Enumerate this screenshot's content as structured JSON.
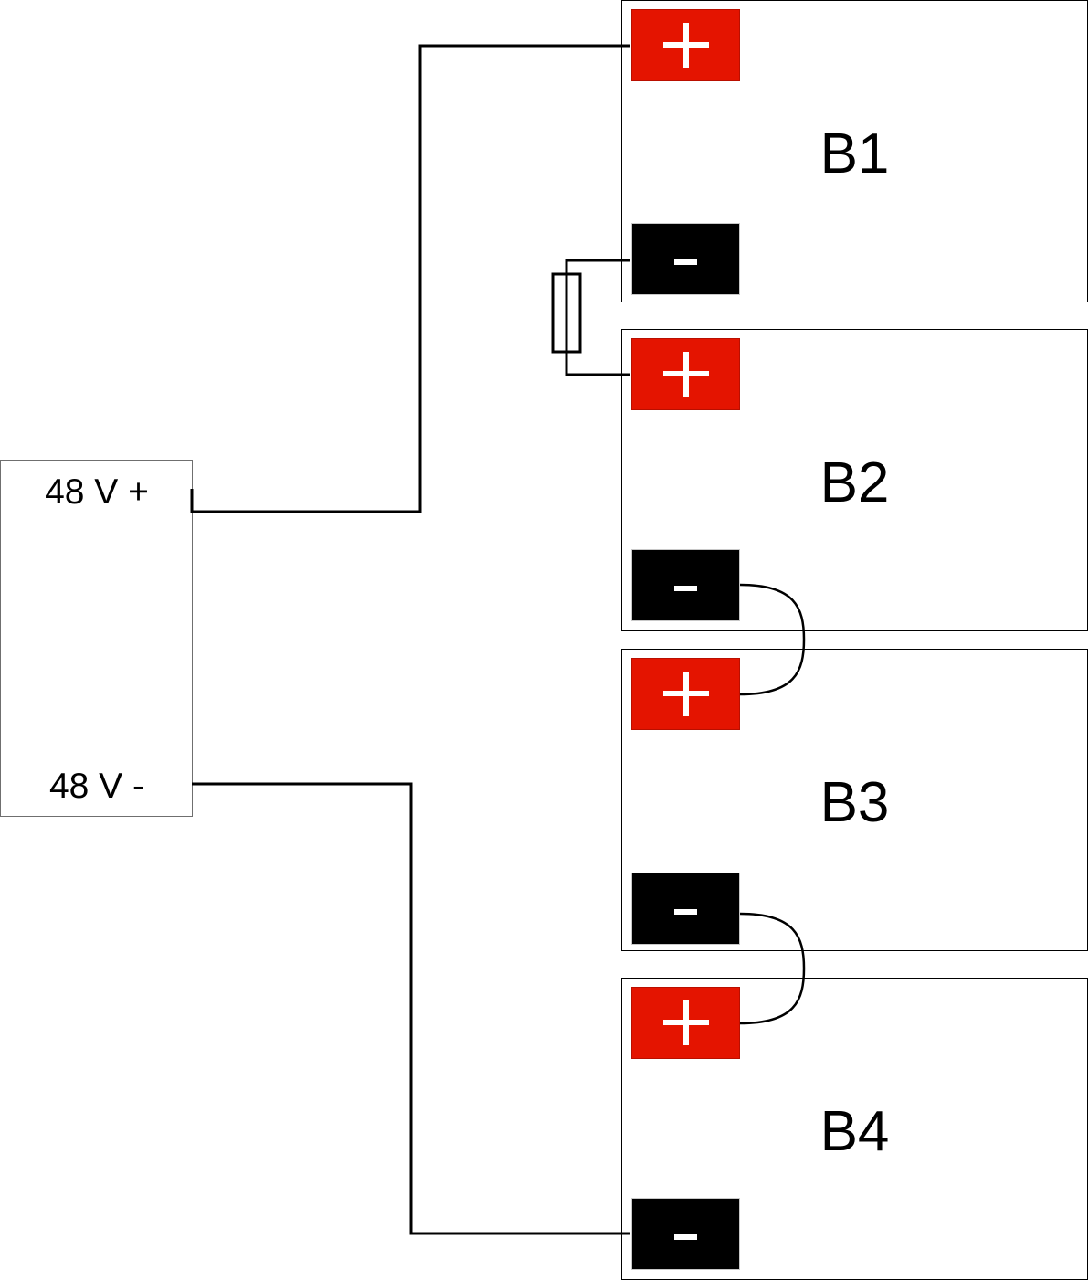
{
  "diagram": {
    "type": "battery-series-wiring",
    "power_supply": {
      "plus_label": "48 V +",
      "minus_label": "48 V -"
    },
    "batteries": [
      {
        "label": "B1",
        "plus_symbol": "+",
        "minus_symbol": "-"
      },
      {
        "label": "B2",
        "plus_symbol": "+",
        "minus_symbol": "-"
      },
      {
        "label": "B3",
        "plus_symbol": "+",
        "minus_symbol": "-"
      },
      {
        "label": "B4",
        "plus_symbol": "+",
        "minus_symbol": "-"
      }
    ],
    "connections": [
      {
        "from": "48 V +",
        "to": "B1 +"
      },
      {
        "from": "B1 -",
        "to": "B2 +",
        "via": "fuse"
      },
      {
        "from": "B2 -",
        "to": "B3 +"
      },
      {
        "from": "B3 -",
        "to": "B4 +"
      },
      {
        "from": "B4 -",
        "to": "48 V -"
      }
    ],
    "colors": {
      "positive_terminal": "#e41400",
      "negative_terminal": "#000000",
      "wire": "#000000",
      "terminal_symbol": "#ffffff"
    }
  }
}
